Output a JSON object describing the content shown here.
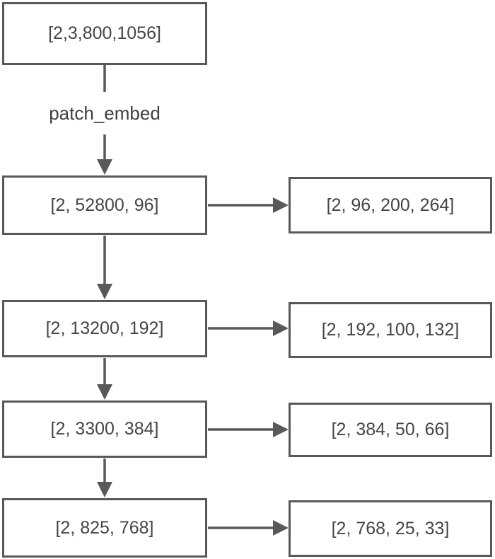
{
  "diagram": {
    "colors": {
      "stroke": "#595959",
      "text": "#454545",
      "background": "#ffffff"
    },
    "input_node": {
      "label": "[2,3,800,1056]"
    },
    "edge_label": "patch_embed",
    "stages": [
      {
        "tokens": "[2, 52800, 96]",
        "reshaped": "[2, 96, 200, 264]"
      },
      {
        "tokens": "[2, 13200, 192]",
        "reshaped": "[2, 192, 100, 132]"
      },
      {
        "tokens": "[2, 3300, 384]",
        "reshaped": "[2, 384, 50, 66]"
      },
      {
        "tokens": "[2, 825, 768]",
        "reshaped": "[2, 768, 25, 33]"
      }
    ]
  }
}
